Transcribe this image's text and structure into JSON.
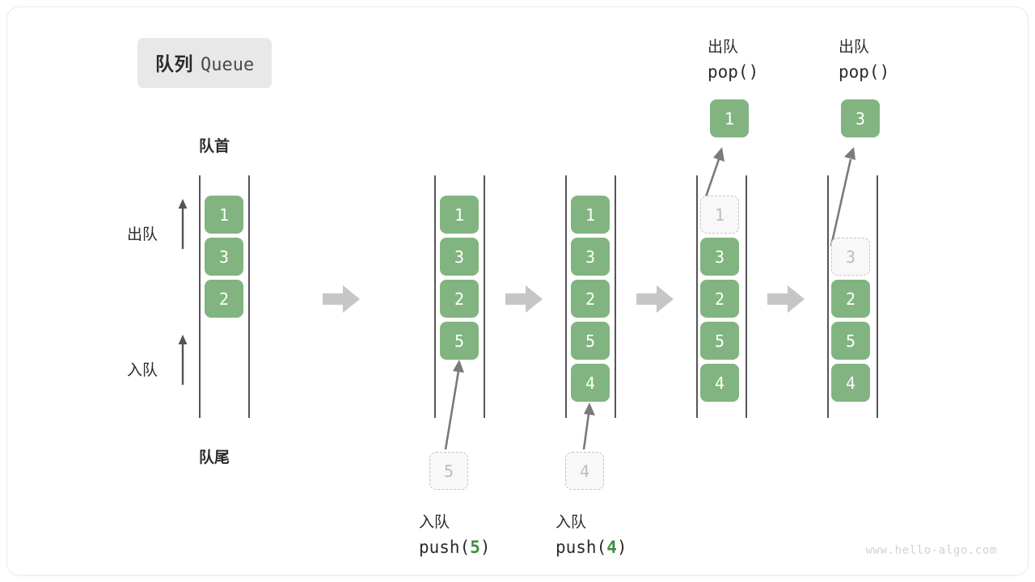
{
  "title": {
    "cn": "队列",
    "en": "Queue"
  },
  "labels": {
    "head": "队首",
    "tail": "队尾",
    "dequeue": "出队",
    "enqueue": "入队"
  },
  "colors": {
    "element": "#82b481",
    "ghost_fill": "#f8f8f8",
    "ghost_border": "#c4c4c4",
    "rail": "#555555",
    "flow_arrow": "#c6c6c6",
    "badge_bg": "#e8e8e8",
    "highlight": "#3f8f3f"
  },
  "stages": [
    {
      "name": "initial",
      "items": [
        {
          "value": "1",
          "state": "filled"
        },
        {
          "value": "3",
          "state": "filled"
        },
        {
          "value": "2",
          "state": "filled"
        }
      ]
    },
    {
      "name": "after-push-5",
      "items": [
        {
          "value": "1",
          "state": "filled"
        },
        {
          "value": "3",
          "state": "filled"
        },
        {
          "value": "2",
          "state": "filled"
        },
        {
          "value": "5",
          "state": "filled"
        }
      ],
      "op": {
        "kind": "push",
        "cn": "入队",
        "code_prefix": "push(",
        "code_value": "5",
        "code_suffix": ")",
        "ghost_value": "5"
      }
    },
    {
      "name": "after-push-4",
      "items": [
        {
          "value": "1",
          "state": "filled"
        },
        {
          "value": "3",
          "state": "filled"
        },
        {
          "value": "2",
          "state": "filled"
        },
        {
          "value": "5",
          "state": "filled"
        },
        {
          "value": "4",
          "state": "filled"
        }
      ],
      "op": {
        "kind": "push",
        "cn": "入队",
        "code_prefix": "push(",
        "code_value": "4",
        "code_suffix": ")",
        "ghost_value": "4"
      }
    },
    {
      "name": "after-pop-1",
      "items": [
        {
          "value": "1",
          "state": "ghost"
        },
        {
          "value": "3",
          "state": "filled"
        },
        {
          "value": "2",
          "state": "filled"
        },
        {
          "value": "5",
          "state": "filled"
        },
        {
          "value": "4",
          "state": "filled"
        }
      ],
      "op": {
        "kind": "pop",
        "cn": "出队",
        "code": "pop()",
        "popped_value": "1"
      }
    },
    {
      "name": "after-pop-3",
      "items": [
        {
          "value": "",
          "state": "empty"
        },
        {
          "value": "3",
          "state": "ghost"
        },
        {
          "value": "2",
          "state": "filled"
        },
        {
          "value": "5",
          "state": "filled"
        },
        {
          "value": "4",
          "state": "filled"
        }
      ],
      "op": {
        "kind": "pop",
        "cn": "出队",
        "code": "pop()",
        "popped_value": "3"
      }
    }
  ],
  "watermark": "www.hello-algo.com"
}
